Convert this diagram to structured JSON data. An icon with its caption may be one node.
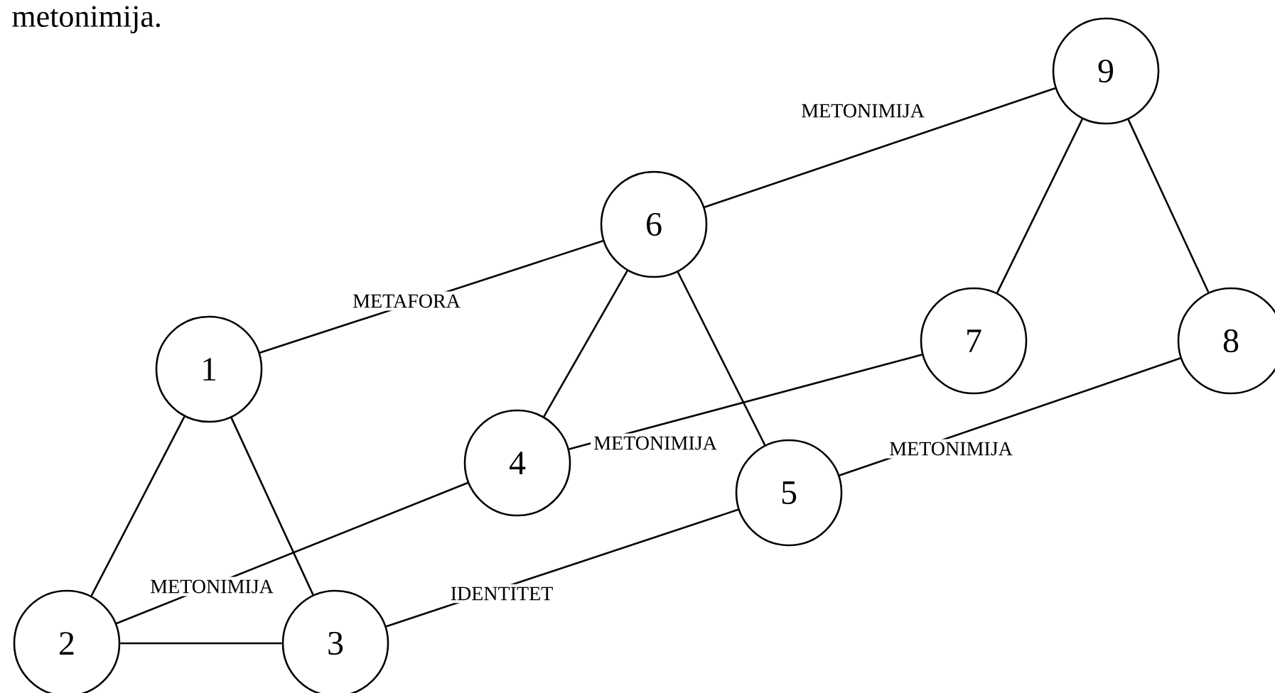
{
  "diagram": {
    "nodes": [
      {
        "text": [
          "1"
        ]
      },
      {
        "text": [
          "2"
        ]
      },
      {
        "text": [
          "3"
        ]
      },
      {
        "text": [
          "4"
        ]
      },
      {
        "text": [
          "5"
        ]
      },
      {
        "text": [
          "6"
        ]
      },
      {
        "text": [
          "7"
        ]
      },
      {
        "text": [
          "8"
        ]
      },
      {
        "text": [
          "9"
        ]
      }
    ],
    "edges": [
      {
        "from": 0,
        "to": 1,
        "arrow": "none"
      },
      {
        "from": 0,
        "to": 2,
        "arrow": "none"
      },
      {
        "from": 1,
        "to": 2,
        "arrow": "none"
      },
      {
        "from": 1,
        "to": 3,
        "arrow": "none",
        "label": "METONIMIJA"
      },
      {
        "from": 2,
        "to": 4,
        "arrow": "none",
        "label": "IDENTITET"
      },
      {
        "from": 0,
        "to": 5,
        "arrow": "none",
        "label": "METAFORA"
      },
      {
        "from": 5,
        "to": 3,
        "arrow": "none"
      },
      {
        "from": 5,
        "to": 4,
        "arrow": "none"
      },
      {
        "from": 3,
        "to": 6,
        "arrow": "none",
        "label": "METONIMIJA"
      },
      {
        "from": 4,
        "to": 7,
        "arrow": "none",
        "label": "METONIMIJA"
      },
      {
        "from": 5,
        "to": 8,
        "arrow": "none",
        "label": "METONIMIJA"
      },
      {
        "from": 8,
        "to": 6,
        "arrow": "none"
      },
      {
        "from": 8,
        "to": 7,
        "arrow": "none"
      }
    ],
    "labels": [
      "metonimija."
    ]
  }
}
